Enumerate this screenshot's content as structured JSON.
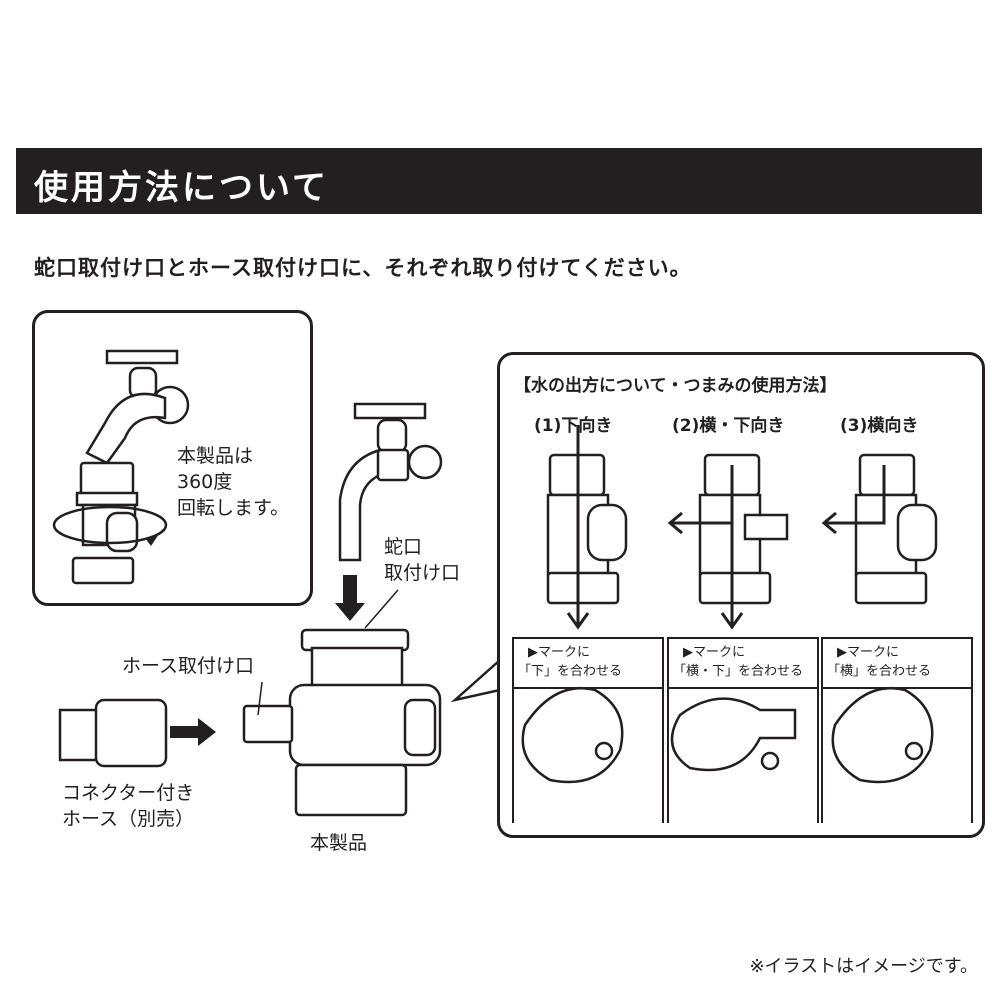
{
  "header": {
    "title": "使用方法について"
  },
  "instruction": "蛇口取付け口とホース取付け口に、それぞれ取り付けてください。",
  "rotation_box": {
    "text_lines": [
      "本製品は",
      "360度",
      "回転します。"
    ]
  },
  "labels": {
    "faucet_port_lines": [
      "蛇口",
      "取付け口"
    ],
    "hose_port": "ホース取付け口",
    "hose_lines": [
      "コネクター付き",
      "ホース（別売）"
    ],
    "product": "本製品"
  },
  "bubble": {
    "title": "【水の出方について・つまみの使用方法】",
    "modes": [
      {
        "heading": "(1)下向き",
        "mark_line1": "▶マークに",
        "mark_line2": "「下」を合わせる"
      },
      {
        "heading": "(2)横・下向き",
        "mark_line1": "▶マークに",
        "mark_line2": "「横・下」を合わせる"
      },
      {
        "heading": "(3)横向き",
        "mark_line1": "▶マークに",
        "mark_line2": "「横」を合わせる"
      }
    ]
  },
  "note": "※イラストはイメージです。"
}
